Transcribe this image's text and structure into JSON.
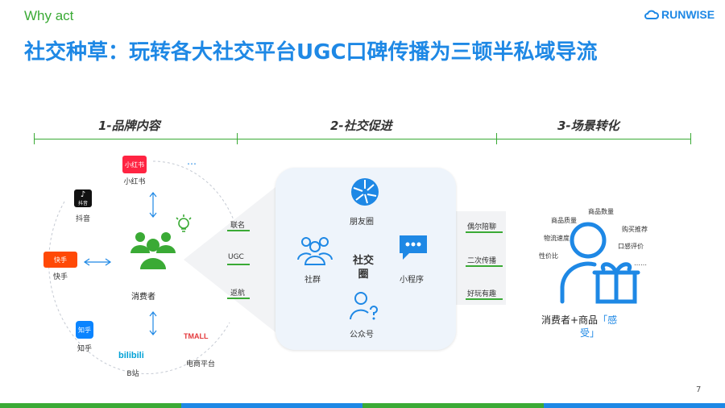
{
  "header": {
    "section": "Why act",
    "brand": "RUNWISE",
    "title": "社交种草：玩转各大社交平台UGC口碑传播为三顿半私域导流"
  },
  "stages": [
    "1-品牌内容",
    "2-社交促进",
    "3-场景转化"
  ],
  "platforms": {
    "xiaohongshu": "小红书",
    "douyin": "抖音",
    "kuaishou": "快手",
    "zhihu": "知乎",
    "bilibili": "B站",
    "ecommerce": "电商平台",
    "more": "…"
  },
  "logo_text": {
    "xiaohongshu": "小红书",
    "douyin": "抖音",
    "kuaishou": "快手",
    "zhihu": "知乎",
    "bilibili": "bilibili",
    "tmall": "TMALL"
  },
  "consumer": "消费者",
  "links_left": [
    "联名",
    "UGC",
    "返航"
  ],
  "social": {
    "moments": "朋友圈",
    "community": "社群",
    "mini_program": "小程序",
    "official": "公众号",
    "hub_line1": "社交",
    "hub_line2": "圈"
  },
  "links_right": [
    "偶尔陪聊",
    "二次传播",
    "好玩有趣"
  ],
  "perception_words": [
    "商品数量",
    "商品质量",
    "购买推荐",
    "物流速度",
    "口感评价",
    "性价比",
    "……"
  ],
  "conversion": {
    "prefix": "消费者+商品",
    "open": "「",
    "word": "感",
    "line2": "受」"
  },
  "page_number": "7",
  "colors": {
    "brand": "#1e88e5",
    "accent": "#3aaa35",
    "footer": [
      "#3aaa35",
      "#1e88e5",
      "#3aaa35",
      "#1e88e5"
    ]
  }
}
